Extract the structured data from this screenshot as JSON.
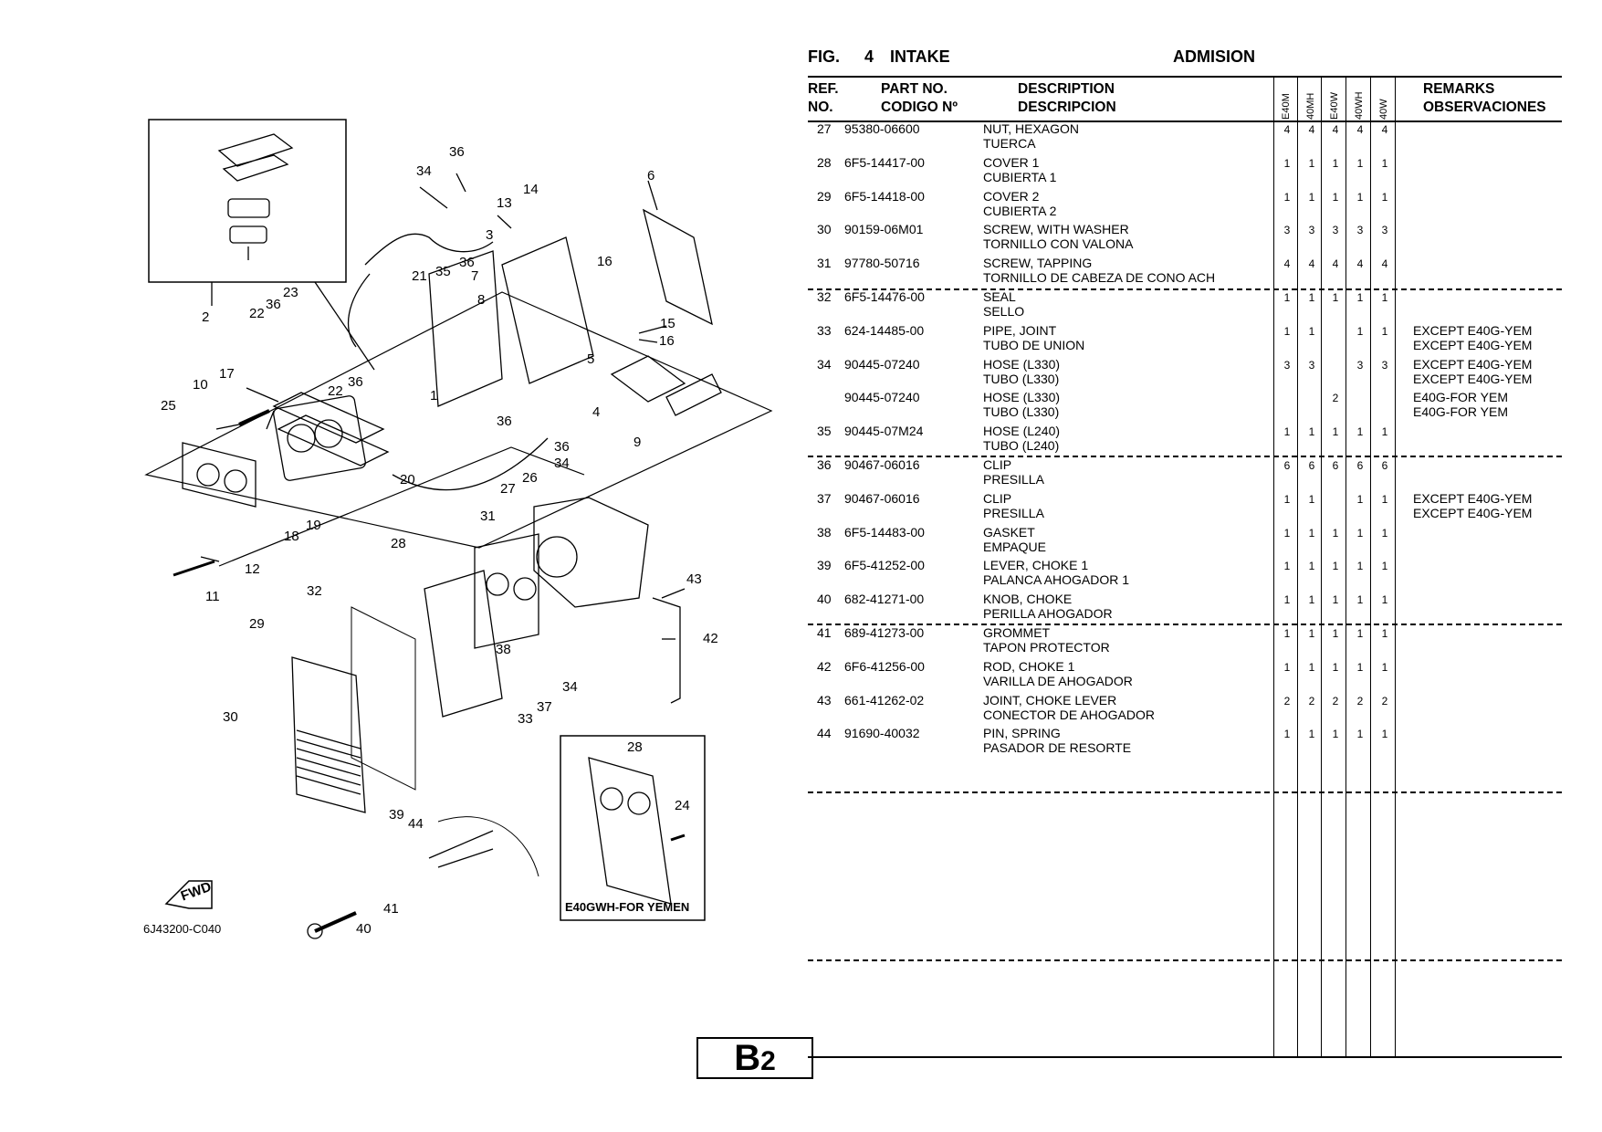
{
  "figure": {
    "fig_label": "FIG.",
    "fig_number": "4",
    "title_en": "INTAKE",
    "title_es": "ADMISION",
    "diagram_code": "6J43200-C040",
    "inset_caption": "E40GWH-FOR YEMEN",
    "fwd_label": "FWD",
    "callouts": [
      "1",
      "2",
      "3",
      "4",
      "5",
      "6",
      "8",
      "9",
      "10",
      "11",
      "12",
      "13",
      "14",
      "15",
      "16",
      "16",
      "17",
      "18",
      "19",
      "20",
      "21",
      "22",
      "22",
      "23",
      "24",
      "25",
      "26",
      "27",
      "28",
      "28",
      "29",
      "30",
      "31",
      "32",
      "33",
      "34",
      "34",
      "34",
      "35",
      "36",
      "36",
      "36",
      "36",
      "36",
      "36",
      "37",
      "38",
      "39",
      "40",
      "41",
      "42",
      "43",
      "44"
    ]
  },
  "table": {
    "headers": {
      "ref_en": "REF.",
      "ref_es": "NO.",
      "part_en": "PART NO.",
      "part_es": "CODIGO Nº",
      "desc_en": "DESCRIPTION",
      "desc_es": "DESCRIPCION",
      "remarks_en": "REMARKS",
      "remarks_es": "OBSERVACIONES"
    },
    "model_columns": [
      "E40M",
      "40MH",
      "E40W",
      "40WH",
      "40W"
    ],
    "rows": [
      {
        "ref": "27",
        "part": "95380-06600",
        "desc_en": "NUT, HEXAGON",
        "desc_es": "TUERCA",
        "qty": [
          "4",
          "4",
          "4",
          "4",
          "4"
        ],
        "remarks": [
          "",
          ""
        ]
      },
      {
        "ref": "28",
        "part": "6F5-14417-00",
        "desc_en": "COVER 1",
        "desc_es": "CUBIERTA 1",
        "qty": [
          "1",
          "1",
          "1",
          "1",
          "1"
        ],
        "remarks": [
          "",
          ""
        ]
      },
      {
        "ref": "29",
        "part": "6F5-14418-00",
        "desc_en": "COVER 2",
        "desc_es": "CUBIERTA 2",
        "qty": [
          "1",
          "1",
          "1",
          "1",
          "1"
        ],
        "remarks": [
          "",
          ""
        ]
      },
      {
        "ref": "30",
        "part": "90159-06M01",
        "desc_en": "SCREW, WITH WASHER",
        "desc_es": "TORNILLO  CON VALONA",
        "qty": [
          "3",
          "3",
          "3",
          "3",
          "3"
        ],
        "remarks": [
          "",
          ""
        ]
      },
      {
        "ref": "31",
        "part": "97780-50716",
        "desc_en": "SCREW, TAPPING",
        "desc_es": "TORNILLO DE CABEZA DE CONO ACH",
        "qty": [
          "4",
          "4",
          "4",
          "4",
          "4"
        ],
        "remarks": [
          "",
          ""
        ]
      },
      {
        "ref": "32",
        "part": "6F5-14476-00",
        "desc_en": "SEAL",
        "desc_es": "SELLO",
        "qty": [
          "1",
          "1",
          "1",
          "1",
          "1"
        ],
        "remarks": [
          "",
          ""
        ]
      },
      {
        "ref": "33",
        "part": "624-14485-00",
        "desc_en": "PIPE, JOINT",
        "desc_es": "TUBO  DE UNION",
        "qty": [
          "1",
          "1",
          "",
          "1",
          "1"
        ],
        "remarks": [
          "EXCEPT E40G-YEM",
          "EXCEPT E40G-YEM"
        ]
      },
      {
        "ref": "34",
        "part": "90445-07240",
        "desc_en": "HOSE (L330)",
        "desc_es": "TUBO (L330)",
        "qty": [
          "3",
          "3",
          "",
          "3",
          "3"
        ],
        "remarks": [
          "EXCEPT E40G-YEM",
          "EXCEPT E40G-YEM"
        ]
      },
      {
        "ref": "",
        "part": "90445-07240",
        "desc_en": "HOSE (L330)",
        "desc_es": "TUBO (L330)",
        "qty": [
          "",
          "",
          "2",
          "",
          ""
        ],
        "remarks": [
          "E40G-FOR YEM",
          "E40G-FOR YEM"
        ]
      },
      {
        "ref": "35",
        "part": "90445-07M24",
        "desc_en": "HOSE (L240)",
        "desc_es": "TUBO (L240)",
        "qty": [
          "1",
          "1",
          "1",
          "1",
          "1"
        ],
        "remarks": [
          "",
          ""
        ]
      },
      {
        "ref": "36",
        "part": "90467-06016",
        "desc_en": "CLIP",
        "desc_es": "PRESILLA",
        "qty": [
          "6",
          "6",
          "6",
          "6",
          "6"
        ],
        "remarks": [
          "",
          ""
        ]
      },
      {
        "ref": "37",
        "part": "90467-06016",
        "desc_en": "CLIP",
        "desc_es": "PRESILLA",
        "qty": [
          "1",
          "1",
          "",
          "1",
          "1"
        ],
        "remarks": [
          "EXCEPT E40G-YEM",
          "EXCEPT E40G-YEM"
        ]
      },
      {
        "ref": "38",
        "part": "6F5-14483-00",
        "desc_en": "GASKET",
        "desc_es": "EMPAQUE",
        "qty": [
          "1",
          "1",
          "1",
          "1",
          "1"
        ],
        "remarks": [
          "",
          ""
        ]
      },
      {
        "ref": "39",
        "part": "6F5-41252-00",
        "desc_en": "LEVER, CHOKE 1",
        "desc_es": "PALANCA  AHOGADOR 1",
        "qty": [
          "1",
          "1",
          "1",
          "1",
          "1"
        ],
        "remarks": [
          "",
          ""
        ]
      },
      {
        "ref": "40",
        "part": "682-41271-00",
        "desc_en": "KNOB, CHOKE",
        "desc_es": "PERILLA  AHOGADOR",
        "qty": [
          "1",
          "1",
          "1",
          "1",
          "1"
        ],
        "remarks": [
          "",
          ""
        ]
      },
      {
        "ref": "41",
        "part": "689-41273-00",
        "desc_en": "GROMMET",
        "desc_es": "TAPON PROTECTOR",
        "qty": [
          "1",
          "1",
          "1",
          "1",
          "1"
        ],
        "remarks": [
          "",
          ""
        ]
      },
      {
        "ref": "42",
        "part": "6F6-41256-00",
        "desc_en": "ROD, CHOKE 1",
        "desc_es": "VARILLA DE AHOGADOR",
        "qty": [
          "1",
          "1",
          "1",
          "1",
          "1"
        ],
        "remarks": [
          "",
          ""
        ]
      },
      {
        "ref": "43",
        "part": "661-41262-02",
        "desc_en": "JOINT, CHOKE LEVER",
        "desc_es": "CONECTOR DE AHOGADOR",
        "qty": [
          "2",
          "2",
          "2",
          "2",
          "2"
        ],
        "remarks": [
          "",
          ""
        ]
      },
      {
        "ref": "44",
        "part": "91690-40032",
        "desc_en": "PIN, SPRING",
        "desc_es": "PASADOR DE RESORTE",
        "qty": [
          "1",
          "1",
          "1",
          "1",
          "1"
        ],
        "remarks": [
          "",
          ""
        ]
      }
    ]
  },
  "page_tag": {
    "letter": "B",
    "number": "2"
  }
}
